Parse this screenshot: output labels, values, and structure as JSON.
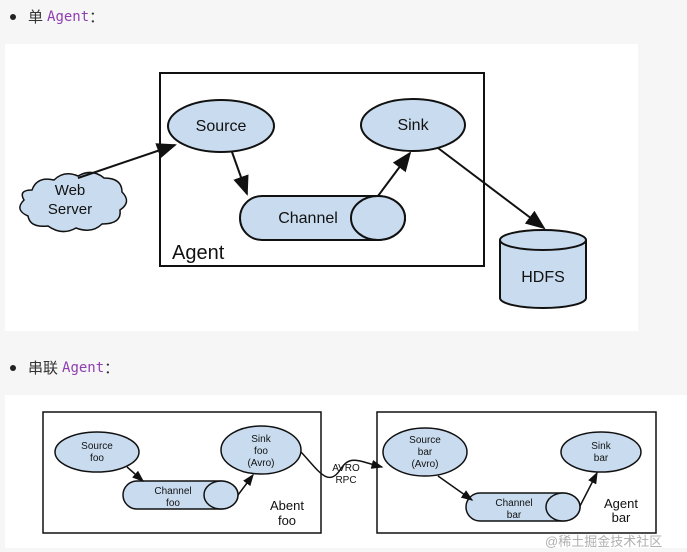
{
  "sections": [
    {
      "prefix": "单",
      "code": "Agent",
      "suffix": "："
    },
    {
      "prefix": "串联",
      "code": "Agent",
      "suffix": "："
    }
  ],
  "diagram1": {
    "web_server": [
      "Web",
      "Server"
    ],
    "source": "Source",
    "sink": "Sink",
    "channel": "Channel",
    "agent": "Agent",
    "hdfs": "HDFS"
  },
  "diagram2": {
    "source_foo": [
      "Source",
      "foo"
    ],
    "sink_foo": [
      "Sink",
      "foo",
      "(Avro)"
    ],
    "channel_foo": [
      "Channel",
      "foo"
    ],
    "agent_foo": [
      "Abent",
      "foo"
    ],
    "rpc": [
      "AVRO",
      "RPC"
    ],
    "source_bar": [
      "Source",
      "bar",
      "(Avro)"
    ],
    "sink_bar": [
      "Sink",
      "bar"
    ],
    "channel_bar": [
      "Channel",
      "bar"
    ],
    "agent_bar": [
      "Agent",
      "bar"
    ]
  },
  "watermark": "@稀土掘金技术社区",
  "colors": {
    "node_fill": "#c9dcef",
    "code": "#8e3fb0"
  }
}
